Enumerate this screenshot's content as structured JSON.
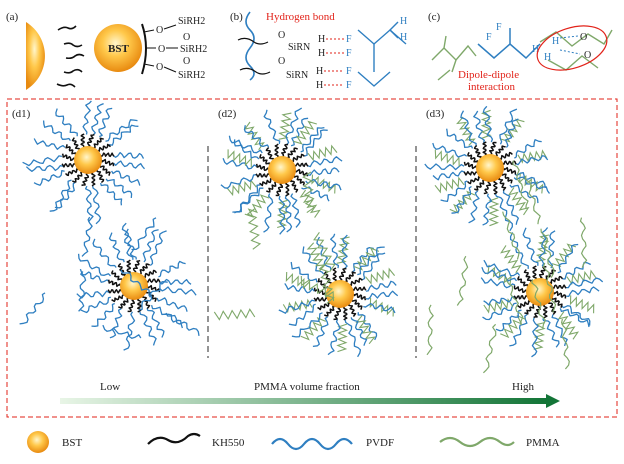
{
  "panels": {
    "a": {
      "label": "(a)",
      "particle_label": "BST",
      "groups": [
        "O",
        "O",
        "O",
        "O",
        "O"
      ],
      "silanes": [
        "SiRH2",
        "SiRH2",
        "SiRH2"
      ]
    },
    "b": {
      "label": "(b)",
      "title": "Hydrogen bond",
      "atoms_o": [
        "O",
        "O"
      ],
      "atoms_n": [
        "SiRN",
        "SiRN"
      ],
      "atoms_h": [
        "H",
        "H",
        "H",
        "H"
      ],
      "atoms_f": [
        "F",
        "F",
        "F",
        "F"
      ]
    },
    "c": {
      "label": "(c)",
      "title_line1": "Dipole-dipole",
      "title_line2": "interaction",
      "atoms_f": [
        "F",
        "F"
      ],
      "atoms_h": [
        "H",
        "H",
        "H"
      ],
      "atoms_o": [
        "O",
        "O"
      ]
    },
    "d1": {
      "label": "(d1)"
    },
    "d2": {
      "label": "(d2)"
    },
    "d3": {
      "label": "(d3)"
    }
  },
  "arrow": {
    "low": "Low",
    "middle": "PMMA volume fraction",
    "high": "High"
  },
  "legend": [
    {
      "key": "bst",
      "label": "BST",
      "color": "#f5a623"
    },
    {
      "key": "kh550",
      "label": "KH550",
      "color": "#111111"
    },
    {
      "key": "pvdf",
      "label": "PVDF",
      "color": "#2f7fc1"
    },
    {
      "key": "pmma",
      "label": "PMMA",
      "color": "#7fa86a"
    }
  ],
  "colors": {
    "frame": "#e2231a",
    "bst_outer": "#f0a020",
    "bst_inner": "#fff3c0",
    "pvdf": "#2f7fc1",
    "pmma": "#7fa86a",
    "kh550": "#111111",
    "arrow_start": "#e6f3e4",
    "arrow_end": "#1a7a3a"
  }
}
